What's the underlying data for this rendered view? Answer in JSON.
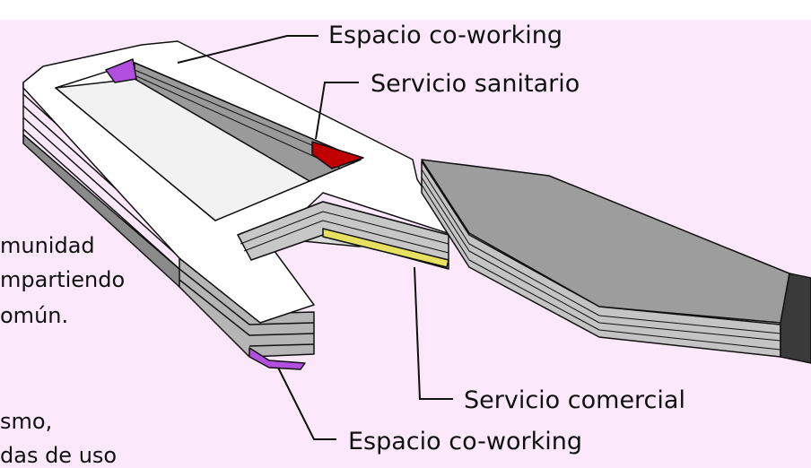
{
  "labels": {
    "coworking_top": "Espacio co-working",
    "sanitary": "Servicio sanitario",
    "commercial": "Servicio comercial",
    "coworking_bottom": "Espacio co-working"
  },
  "side_text": {
    "line1": "munidad",
    "line2": "mpartiendo",
    "line3": "omún.",
    "line4": "smo,",
    "line5": "das de uso"
  },
  "colors": {
    "background": "#fbe9fb",
    "roof": "#ffffff",
    "wall_gray": "#9a9a9a",
    "coworking_purple": "#b24fe0",
    "sanitary_red": "#c00000",
    "commercial_yellow": "#e8e060"
  }
}
